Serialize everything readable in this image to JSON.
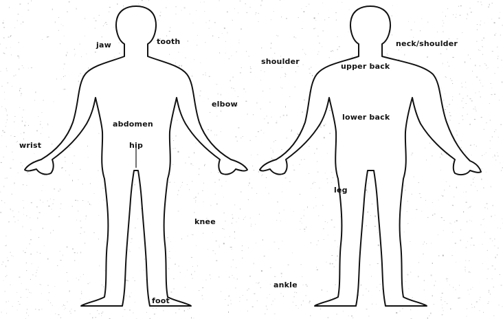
{
  "figure": {
    "background": "#ffffff",
    "noise_color": "#9a9a9a",
    "outline_color": "#111111",
    "figures": [
      "front-view",
      "back-view"
    ]
  },
  "labels": {
    "jaw": "jaw",
    "tooth": "tooth",
    "shoulder": "shoulder",
    "neck_shoulder": "neck/shoulder",
    "upper_back": "upper back",
    "elbow": "elbow",
    "abdomen": "abdomen",
    "lower_back": "lower back",
    "wrist": "wrist",
    "hip": "hip",
    "leg": "leg",
    "knee": "knee",
    "ankle": "ankle",
    "foot": "foot"
  }
}
